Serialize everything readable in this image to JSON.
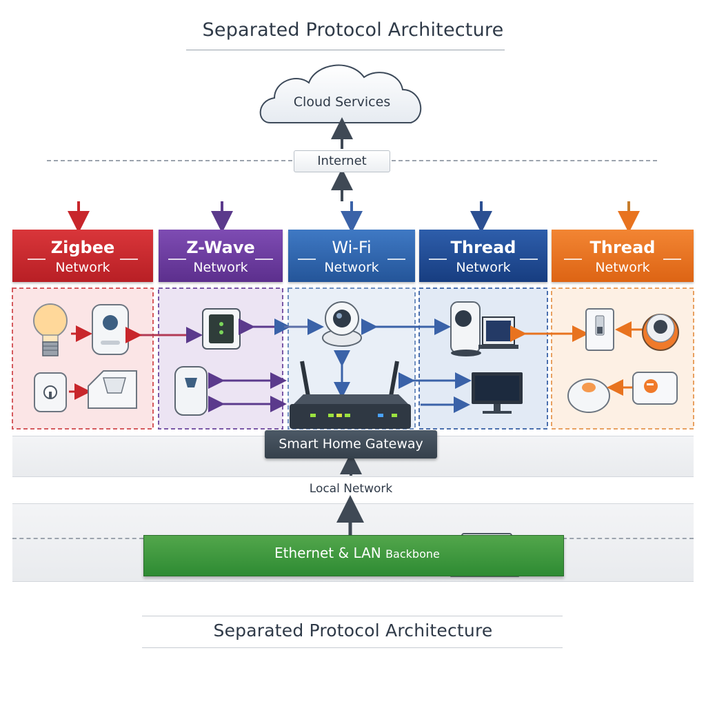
{
  "title": "Separated Protocol Architecture",
  "footer_title": "Separated Protocol Architecture",
  "cloud_label": "Cloud Services",
  "internet_label": "Internet",
  "networks": [
    {
      "name": "Zigbee",
      "sub": "Network",
      "color": "#c8262b"
    },
    {
      "name": "Z-Wave",
      "sub": "Network",
      "color": "#6b3a9c"
    },
    {
      "name": "Wi-Fi",
      "sub": "Network",
      "color": "#2e64ac"
    },
    {
      "name": "Thread",
      "sub": "Network",
      "color": "#1f4b94"
    },
    {
      "name": "Thread",
      "sub": "Network",
      "color": "#e8731f"
    }
  ],
  "gateway_label": "Smart Home Gateway",
  "local_network_label": "Local Network",
  "backbone": {
    "main": "Ethernet & LAN",
    "small": "Backbone"
  }
}
